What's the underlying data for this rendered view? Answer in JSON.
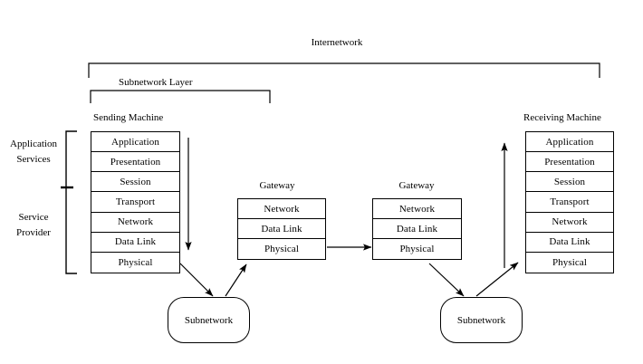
{
  "diagram": {
    "title": "Internetwork",
    "subtitle": "Subnetwork Layer",
    "stroke_color": "#000000",
    "background_color": "#ffffff"
  },
  "brackets": {
    "internetwork_label": "Internetwork",
    "subnetwork_layer_label": "Subnetwork Layer"
  },
  "side_labels": {
    "application_services": "Application\nServices",
    "application_services_line1": "Application",
    "application_services_line2": "Services",
    "service_provider_line1": "Service",
    "service_provider_line2": "Provider"
  },
  "sending_machine": {
    "caption": "Sending Machine",
    "layers": [
      "Application",
      "Presentation",
      "Session",
      "Transport",
      "Network",
      "Data Link",
      "Physical"
    ]
  },
  "receiving_machine": {
    "caption": "Receiving Machine",
    "layers": [
      "Application",
      "Presentation",
      "Session",
      "Transport",
      "Network",
      "Data Link",
      "Physical"
    ]
  },
  "gateway_left": {
    "caption": "Gateway",
    "layers": [
      "Network",
      "Data Link",
      "Physical"
    ]
  },
  "gateway_right": {
    "caption": "Gateway",
    "layers": [
      "Network",
      "Data Link",
      "Physical"
    ]
  },
  "subnetwork_left": {
    "label": "Subnetwork"
  },
  "subnetwork_right": {
    "label": "Subnetwork"
  }
}
